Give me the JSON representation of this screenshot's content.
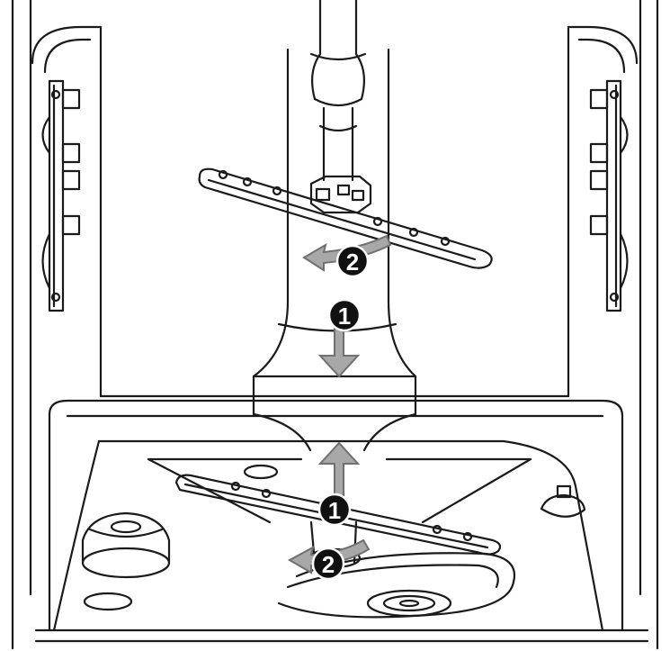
{
  "colors": {
    "line": "#1a1a1a",
    "arrow_fill": "#a8a8a8",
    "arrow_stroke": "#707070",
    "badge": "#111111",
    "background": "#ffffff"
  },
  "callouts": {
    "upper_lower_arm_step": "1",
    "upper_rotate_step": "2",
    "lower_lift_step": "1",
    "lower_rotate_step": "2"
  }
}
